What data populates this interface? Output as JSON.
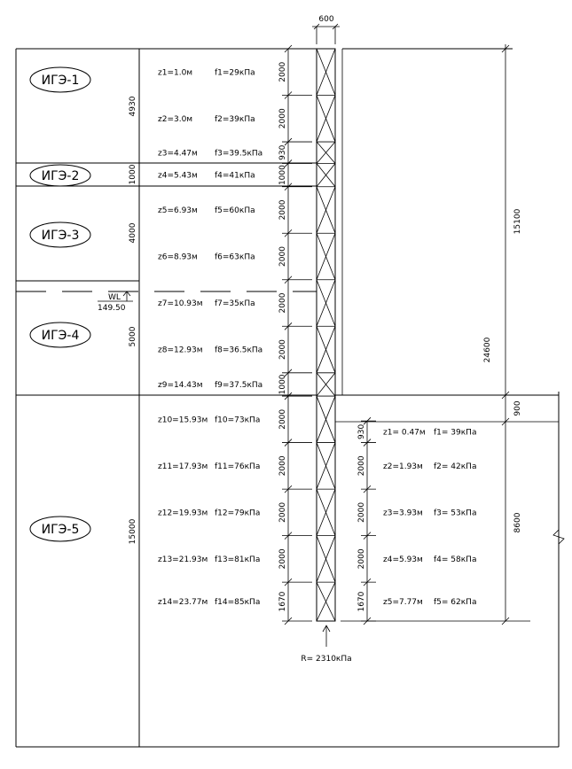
{
  "pile_width": "600",
  "layers": [
    {
      "id": "l1",
      "name": "ИГЭ-1",
      "thickness": "4930"
    },
    {
      "id": "l2",
      "name": "ИГЭ-2",
      "thickness": "1000"
    },
    {
      "id": "l3",
      "name": "ИГЭ-3",
      "thickness": "4000"
    },
    {
      "id": "l4",
      "name": "ИГЭ-4",
      "thickness": "5000"
    },
    {
      "id": "l5",
      "name": "ИГЭ-5",
      "thickness": "15000"
    }
  ],
  "water_level": {
    "label": "WL",
    "elevation": "149.50"
  },
  "left_points": [
    {
      "z": "z1=1.0м",
      "f": "f1=29кПа"
    },
    {
      "z": "z2=3.0м",
      "f": "f2=39кПа"
    },
    {
      "z": "z3=4.47м",
      "f": "f3=39.5кПа"
    },
    {
      "z": "z4=5.43м",
      "f": "f4=41кПа"
    },
    {
      "z": "z5=6.93м",
      "f": "f5=60кПа"
    },
    {
      "z": "z6=8.93м",
      "f": "f6=63кПа"
    },
    {
      "z": "z7=10.93м",
      "f": "f7=35кПа"
    },
    {
      "z": "z8=12.93м",
      "f": "f8=36.5кПа"
    },
    {
      "z": "z9=14.43м",
      "f": "f9=37.5кПа"
    },
    {
      "z": "z10=15.93м",
      "f": "f10=73кПа"
    },
    {
      "z": "z11=17.93м",
      "f": "f11=76кПа"
    },
    {
      "z": "z12=19.93м",
      "f": "f12=79кПа"
    },
    {
      "z": "z13=21.93м",
      "f": "f13=81кПа"
    },
    {
      "z": "z14=23.77м",
      "f": "f14=85кПа"
    }
  ],
  "left_segments": [
    "2000",
    "2000",
    "930",
    "1000",
    "2000",
    "2000",
    "2000",
    "2000",
    "1000",
    "2000",
    "2000",
    "2000",
    "2000",
    "1670"
  ],
  "right_points": [
    {
      "z": "z1= 0.47м",
      "f": "f1= 39кПа"
    },
    {
      "z": "z2=1.93м",
      "f": "f2= 42кПа"
    },
    {
      "z": "z3=3.93м",
      "f": "f3= 53кПа"
    },
    {
      "z": "z4=5.93м",
      "f": "f4= 58кПа"
    },
    {
      "z": "z5=7.77м",
      "f": "f5= 62кПа"
    }
  ],
  "right_segments": [
    "930",
    "2000",
    "2000",
    "2000",
    "1670"
  ],
  "overall_dims": {
    "upper": "15100",
    "total": "24600",
    "gap": "900",
    "lower": "8600"
  },
  "tip_resistance": "R= 2310кПа"
}
